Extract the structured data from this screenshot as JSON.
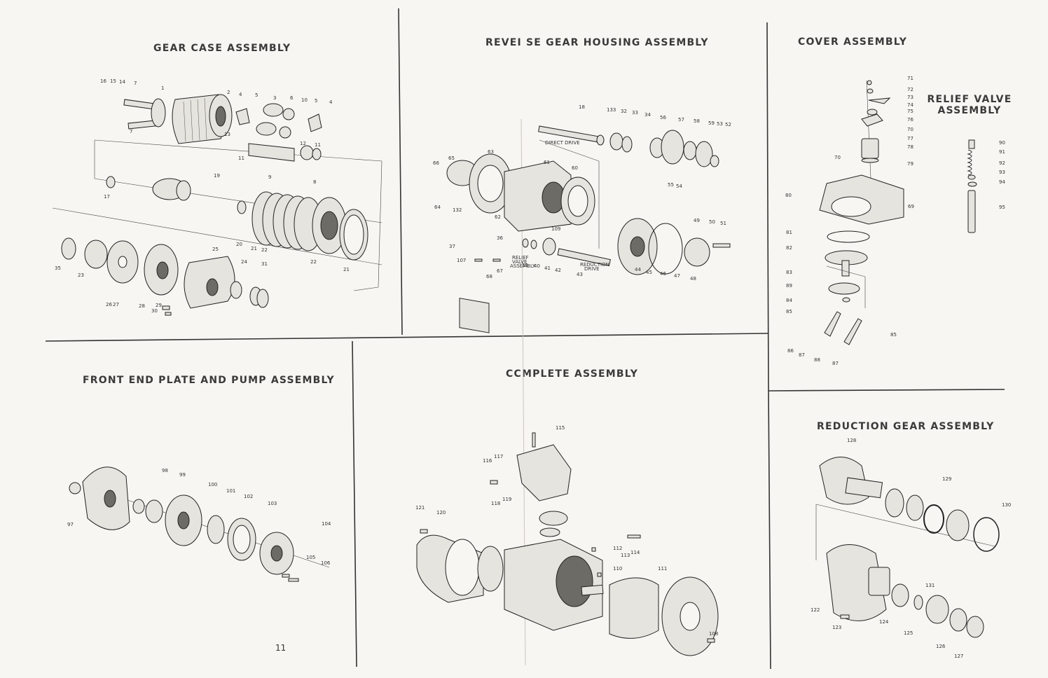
{
  "sections": {
    "gear_case": {
      "title": "GEAR CASE ASSEMBLY"
    },
    "reverse_gear": {
      "title": "REVEI SE GEAR HOUSING ASSEMBLY"
    },
    "cover": {
      "title": "COVER ASSEMBLY"
    },
    "relief_valve": {
      "title_line1": "RELIEF VALVE",
      "title_line2": "ASSEMBLY"
    },
    "front_end": {
      "title": "FRONT END PLATE AND PUMP ASSEMBLY"
    },
    "complete": {
      "title": "CCMPLETE ASSEMBLY"
    },
    "reduction_gear": {
      "title": "REDUCTION GEAR ASSEMBLY"
    }
  },
  "page_number": "11",
  "annotations": {
    "direct_drive": "DIRECT DRIVE",
    "reduction_drive_1": "REDUCTION",
    "reduction_drive_2": "DRIVE",
    "relief_valve_1": "RELIEF",
    "relief_valve_2": "VALVE",
    "relief_valve_3": "ASSEMBLY"
  },
  "callouts": {
    "gear_case": [
      "16",
      "15",
      "14",
      "7",
      "1",
      "2",
      "4",
      "5",
      "3",
      "6",
      "10",
      "5",
      "4",
      "7",
      "13",
      "11",
      "9",
      "12",
      "11",
      "8",
      "19",
      "17",
      "20",
      "21",
      "22",
      "22",
      "21",
      "35",
      "23",
      "26",
      "27",
      "28",
      "25",
      "24",
      "31",
      "29",
      "30"
    ],
    "reverse": [
      "18",
      "133",
      "32",
      "33",
      "34",
      "56",
      "57",
      "58",
      "59",
      "53",
      "52",
      "66",
      "65",
      "63",
      "61",
      "60",
      "64",
      "132",
      "62",
      "109",
      "37",
      "36",
      "39",
      "40",
      "41",
      "42",
      "107",
      "67",
      "68",
      "43",
      "44",
      "45",
      "46",
      "47",
      "48",
      "49",
      "50",
      "51",
      "55",
      "54"
    ],
    "cover": [
      "71",
      "72",
      "73",
      "74",
      "75",
      "76",
      "70",
      "77",
      "78",
      "79",
      "70",
      "80",
      "69",
      "81",
      "82",
      "83",
      "89",
      "84",
      "85",
      "86",
      "87",
      "88",
      "87",
      "85"
    ],
    "relief": [
      "90",
      "91",
      "92",
      "93",
      "94",
      "95"
    ],
    "front": [
      "98",
      "99",
      "100",
      "101",
      "102",
      "103",
      "104",
      "105",
      "106",
      "97"
    ],
    "complete": [
      "115",
      "117",
      "116",
      "118",
      "119",
      "121",
      "120",
      "112",
      "113",
      "114",
      "110",
      "111",
      "108"
    ],
    "reduction": [
      "128",
      "129",
      "130",
      "122",
      "123",
      "124",
      "131",
      "125",
      "126",
      "127"
    ]
  }
}
